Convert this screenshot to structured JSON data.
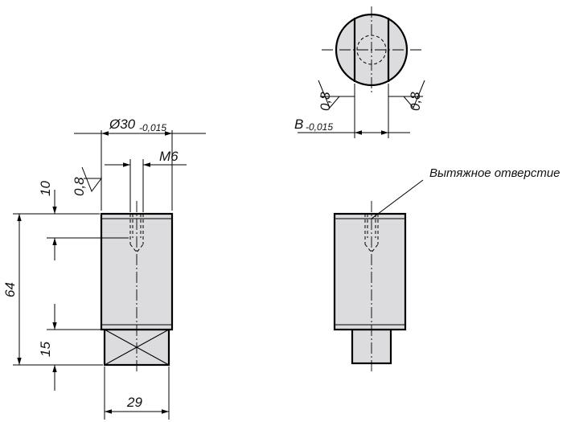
{
  "views": {
    "top": {
      "surface_left": "0,8",
      "surface_right": "0,8",
      "width_label": "B",
      "width_tolerance": "-0,015"
    },
    "front": {
      "diameter_label": "Ø30",
      "diameter_tolerance": "-0,015",
      "thread_label": "M6",
      "surface_roughness": "0,8",
      "thread_depth": "10",
      "total_length": "64",
      "square_length": "15",
      "square_width": "29"
    },
    "side": {
      "callout": "Вытяжное отверстие"
    }
  },
  "colors": {
    "part_fill": "#dcdcde",
    "line": "#000000"
  }
}
